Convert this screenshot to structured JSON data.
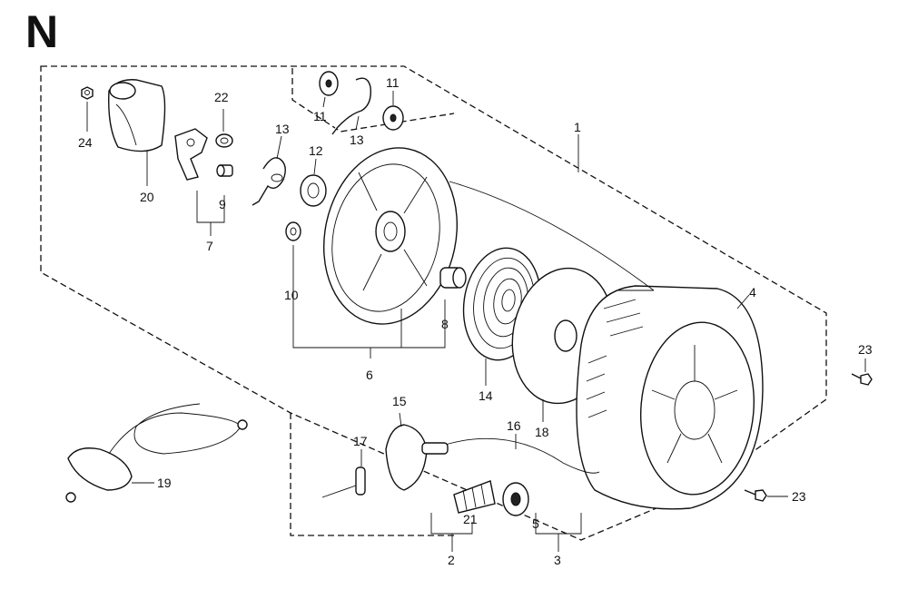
{
  "page_letter": "N",
  "callouts": {
    "c1": "1",
    "c2": "2",
    "c3": "3",
    "c4": "4",
    "c5": "5",
    "c6": "6",
    "c7": "7",
    "c8": "8",
    "c9": "9",
    "c10": "10",
    "c11a": "11",
    "c11b": "11",
    "c12": "12",
    "c13a": "13",
    "c13b": "13",
    "c14": "14",
    "c15": "15",
    "c16": "16",
    "c17": "17",
    "c18": "18",
    "c19": "19",
    "c20": "20",
    "c21": "21",
    "c22": "22",
    "c23a": "23",
    "c23b": "23",
    "c24": "24"
  }
}
